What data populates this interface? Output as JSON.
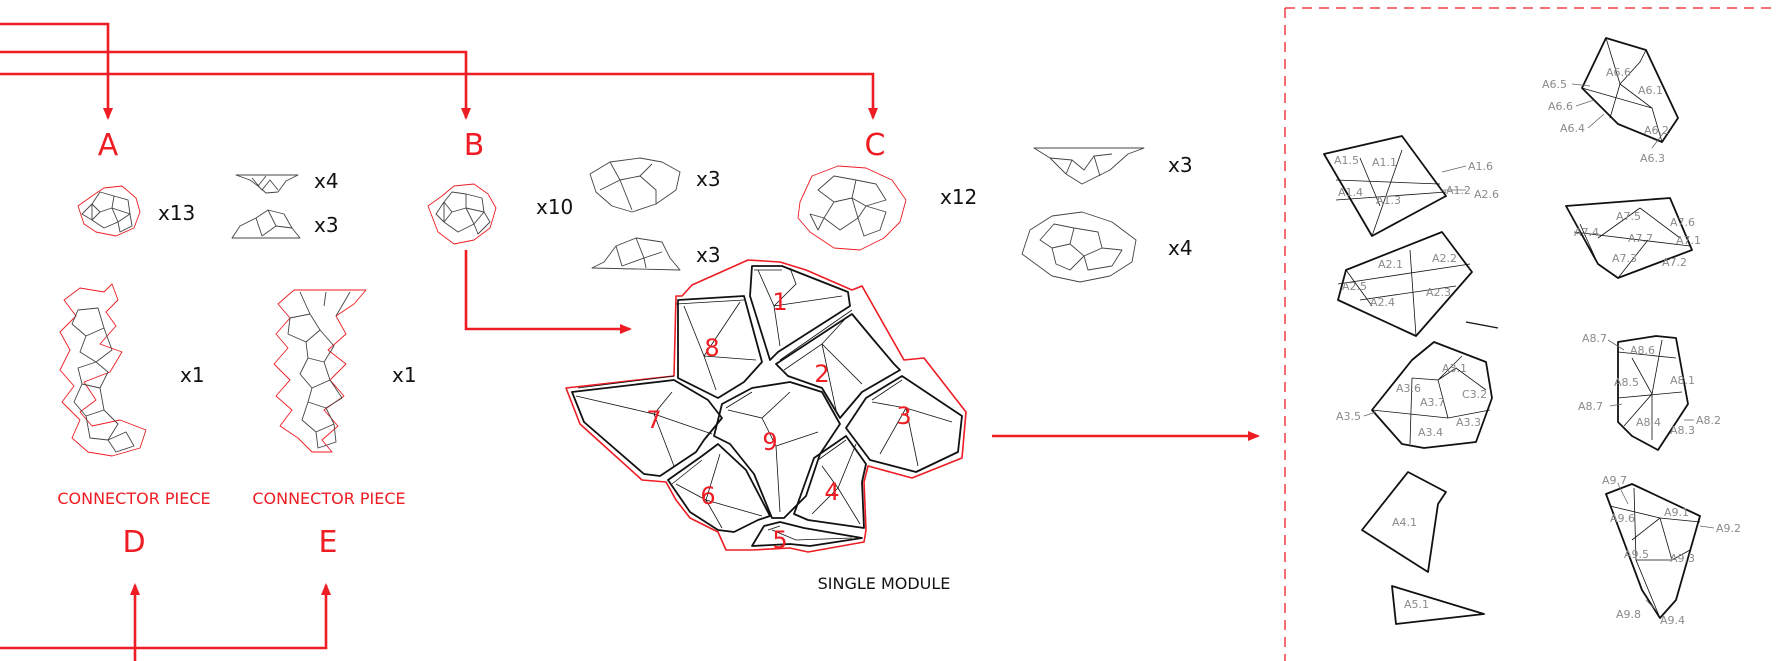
{
  "labels": {
    "A": "A",
    "B": "B",
    "C": "C",
    "D": "D",
    "E": "E",
    "connector_d": "CONNECTOR PIECE",
    "connector_e": "CONNECTOR PIECE",
    "single_module": "SINGLE MODULE"
  },
  "counts": {
    "a_main": "x13",
    "a_top": "x4",
    "a_bottom": "x3",
    "b_main": "x10",
    "b_top": "x3",
    "b_bottom": "x3",
    "c_main": "x12",
    "c_top": "x3",
    "c_bottom": "x4",
    "d": "x1",
    "e": "x1"
  },
  "module_cells": [
    "1",
    "2",
    "3",
    "4",
    "5",
    "6",
    "7",
    "8",
    "9"
  ],
  "parts": {
    "a1": [
      "A1.5",
      "A1.1",
      "A1.6",
      "A1.4",
      "A1.3",
      "A1.2",
      "A2.6"
    ],
    "a2": [
      "A2.1",
      "A2.2",
      "A2.5",
      "A2.4",
      "A2.3"
    ],
    "a3": [
      "A3.1",
      "A3.6",
      "A3.7",
      "C3.2",
      "A3.5",
      "A3.4",
      "A3.3"
    ],
    "a4": [
      "A4.1"
    ],
    "a5": [
      "A5.1"
    ],
    "a6": [
      "A6.6",
      "A6.5",
      "A6.1",
      "A6.6",
      "A6.4",
      "A6.2",
      "A6.3"
    ],
    "a7": [
      "A7.5",
      "A7.6",
      "A7.4",
      "A7.7",
      "A7.1",
      "A7.3",
      "A7.2"
    ],
    "a8": [
      "A8.7",
      "A8.6",
      "A8.5",
      "A8.1",
      "A8.7",
      "A8.4",
      "A8.3",
      "A8.2"
    ],
    "a9": [
      "A9.7",
      "A9.6",
      "A9.1",
      "A9.2",
      "A9.5",
      "A9.3",
      "A9.8",
      "A9.4"
    ]
  },
  "colors": {
    "accent": "#ee1c23",
    "line": "#111111",
    "label_gray": "#8a8a8a"
  }
}
